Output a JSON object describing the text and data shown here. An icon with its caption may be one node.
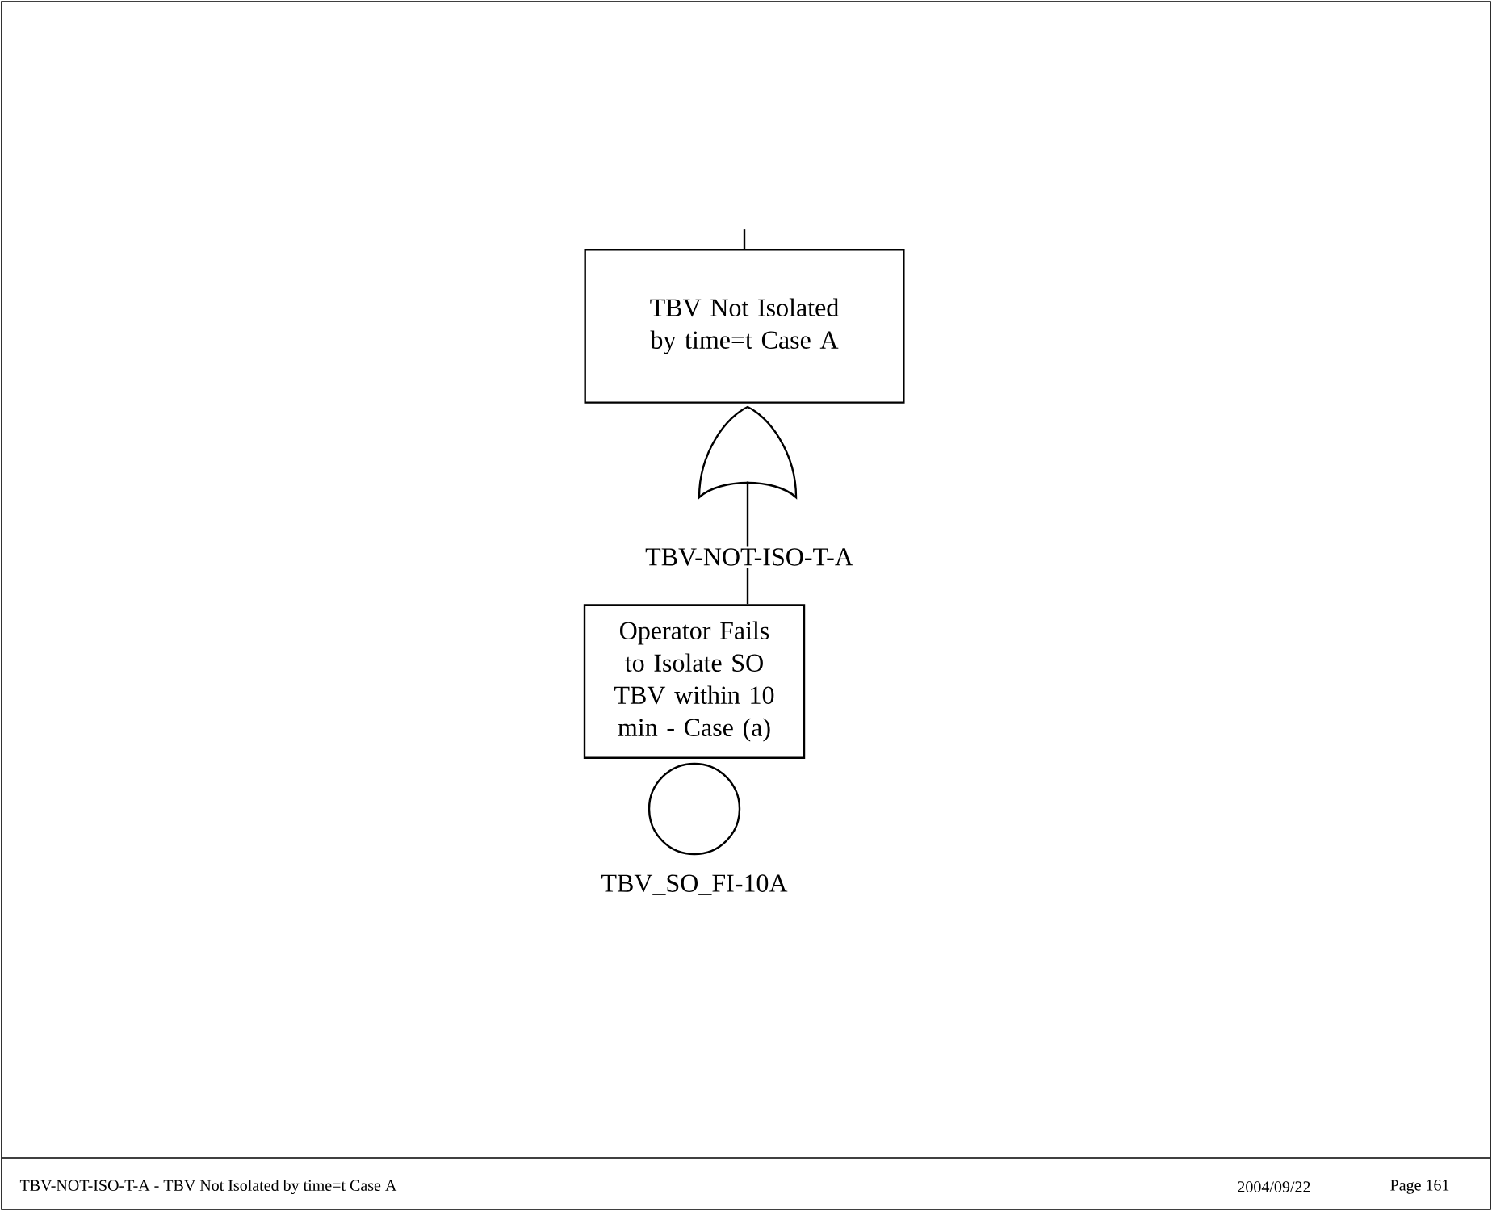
{
  "diagram": {
    "nodes": [
      {
        "text": [
          "TBV Not Isolated by time=t Case A"
        ]
      },
      {
        "text": [],
        "shape": "gate",
        "beside": [
          "TBV-NOT-ISO-T-A"
        ]
      },
      {
        "text": [
          "Operator Fails to Isolate SO TBV within 10 min - Case (a)"
        ]
      },
      {
        "text": [],
        "shape": "circle",
        "beside": [
          "TBV_SO_FI-10A"
        ]
      }
    ],
    "edges": [
      {
        "from": null,
        "to": 0,
        "arrow": "none"
      },
      {
        "from": 1,
        "to": 2,
        "arrow": "none"
      }
    ],
    "labels": [
      "TBV-NOT-ISO-T-A - TBV Not Isolated by time=t Case A",
      "2004/09/22",
      "Page 161"
    ]
  }
}
